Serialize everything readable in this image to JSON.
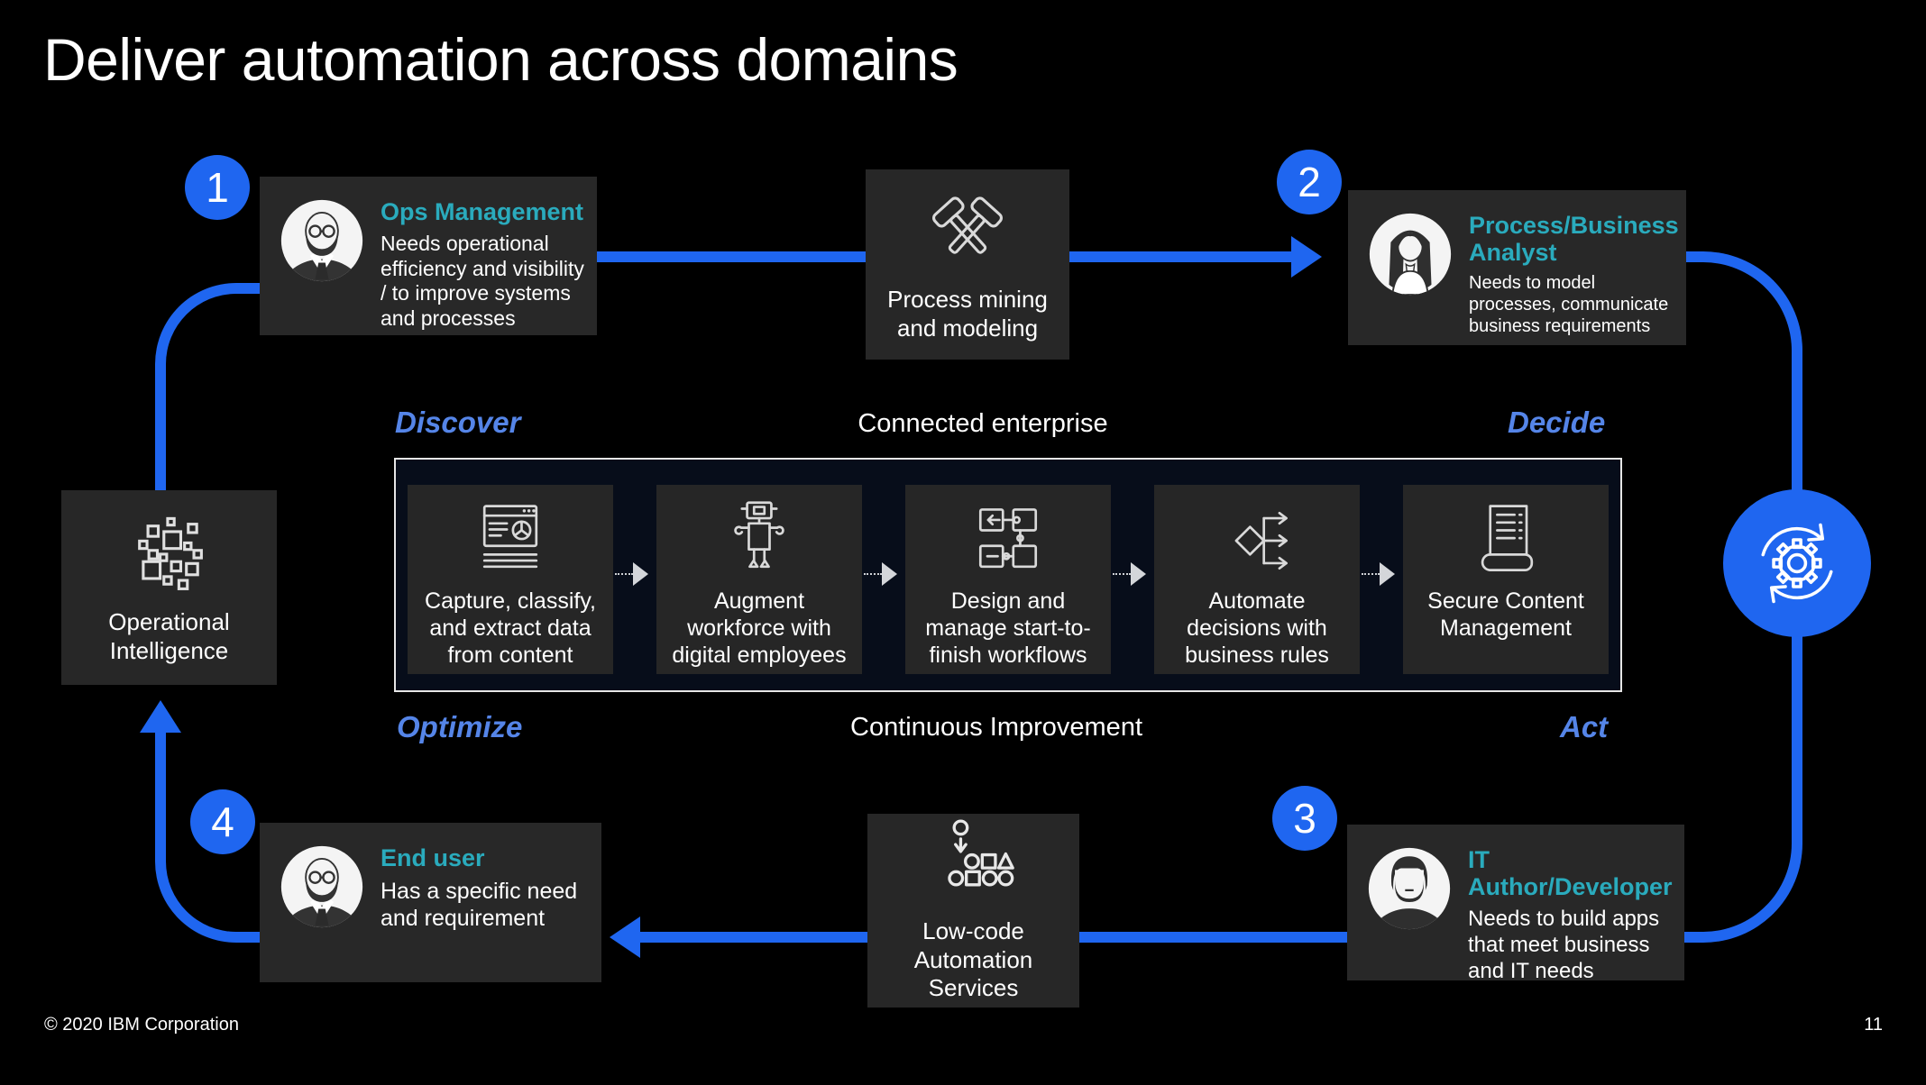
{
  "slide": {
    "title": "Deliver automation across domains",
    "footer_left": "© 2020 IBM Corporation",
    "page_number": "11"
  },
  "colors": {
    "background": "#000000",
    "accent_blue": "#1f66f0",
    "phase_label_blue": "#5585e8",
    "persona_title_teal": "#2aabbd",
    "card_gray": "#282828",
    "band_background": "#070d1a",
    "band_border": "#e6e6e6",
    "icon_stroke": "#d9d9d9"
  },
  "personas": [
    {
      "number": "1",
      "title": "Ops Management",
      "description": "Needs operational efficiency and visibility / to improve systems and processes",
      "avatar": "man-glasses-beard"
    },
    {
      "number": "2",
      "title": "Process/Business Analyst",
      "description": "Needs to model processes, communicate business requirements",
      "avatar": "woman-long-hair"
    },
    {
      "number": "3",
      "title": "IT Author/Developer",
      "description": "Needs to build apps that meet business and IT needs",
      "avatar": "man-hair-beard"
    },
    {
      "number": "4",
      "title": "End user",
      "description": "Has a specific need and requirement",
      "avatar": "man-glasses-beard"
    }
  ],
  "nodes": {
    "process_mining": {
      "label": "Process mining and modeling",
      "icon": "crossed-hammers-icon"
    },
    "operational_intelligence": {
      "label": "Operational Intelligence",
      "icon": "scattered-squares-icon"
    },
    "low_code": {
      "label": "Low-code Automation Services",
      "icon": "shapes-assembly-icon"
    }
  },
  "phase_labels": {
    "discover": "Discover",
    "decide": "Decide",
    "optimize": "Optimize",
    "act": "Act",
    "top_center": "Connected enterprise",
    "bottom_center": "Continuous Improvement"
  },
  "pipeline": {
    "steps": [
      {
        "label": "Capture, classify, and extract data from content",
        "icon": "browser-data-icon"
      },
      {
        "label": "Augment workforce with digital employees",
        "icon": "robot-icon"
      },
      {
        "label": "Design and manage start-to-finish workflows",
        "icon": "workflow-icon"
      },
      {
        "label": "Automate decisions with business rules",
        "icon": "decision-branch-icon"
      },
      {
        "label": "Secure Content Management",
        "icon": "scroll-document-icon"
      }
    ]
  },
  "hub": {
    "icon": "gear-sync-icon"
  }
}
